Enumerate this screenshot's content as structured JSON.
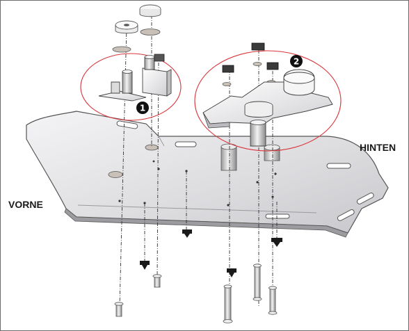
{
  "labels": {
    "front": "VORNE",
    "rear": "HINTEN"
  },
  "callouts": [
    {
      "number": "1"
    },
    {
      "number": "2"
    }
  ],
  "colors": {
    "callout_ring": "#d9343a",
    "plate_fill": "#e6e6e8",
    "plate_edge": "#555555",
    "hardware": "#111111",
    "washer": "#c9c0b8"
  }
}
